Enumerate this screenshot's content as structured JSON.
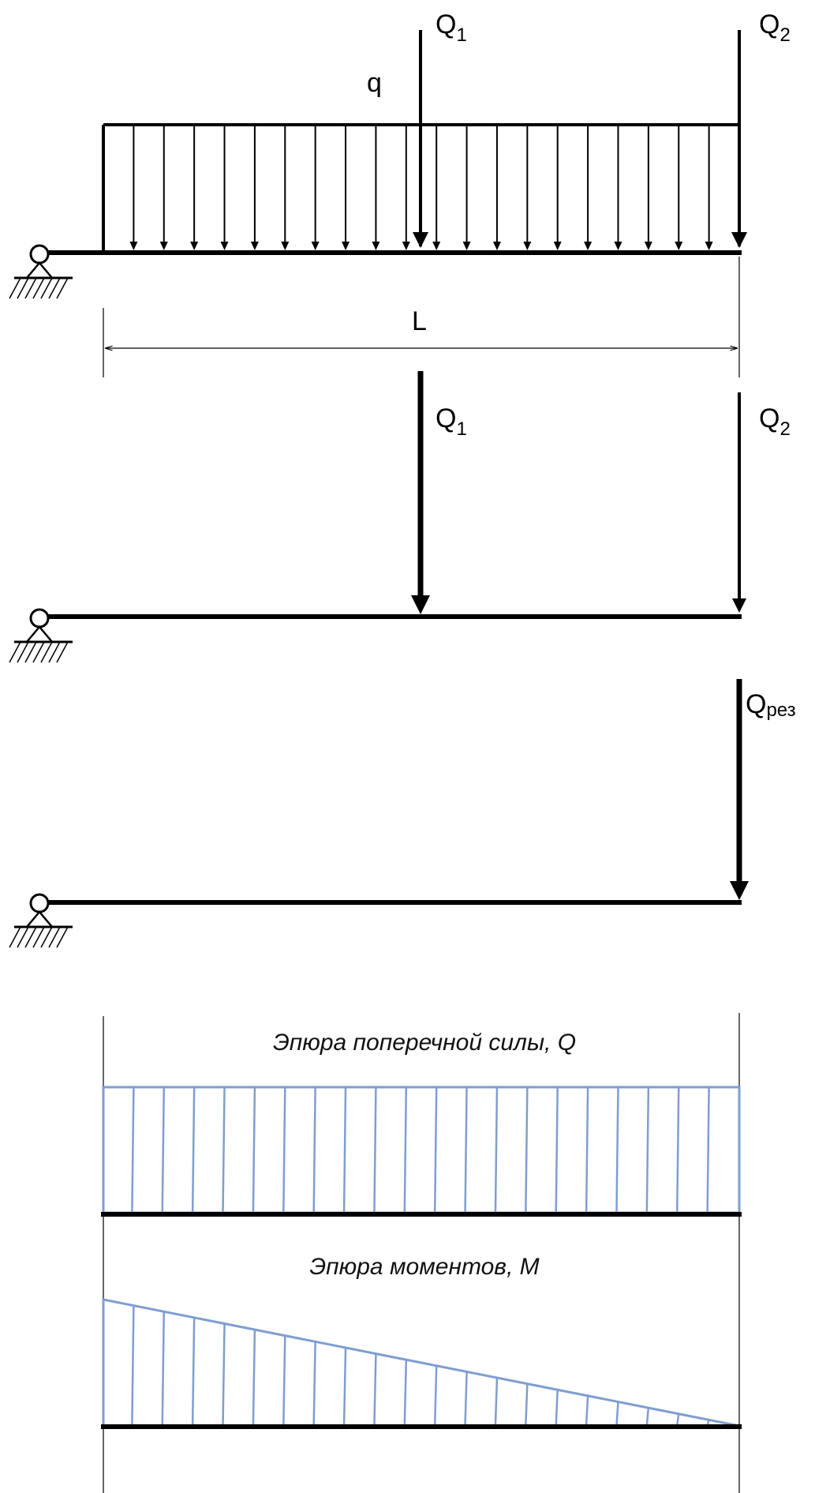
{
  "panel1": {
    "q_label": "q",
    "q1": {
      "letter": "Q",
      "sub": "1"
    },
    "q2": {
      "letter": "Q",
      "sub": "2"
    },
    "span_label": "L",
    "distributed_arrows": 21
  },
  "panel2": {
    "q1": {
      "letter": "Q",
      "sub": "1"
    },
    "q2": {
      "letter": "Q",
      "sub": "2"
    }
  },
  "panel3": {
    "qres": {
      "letter": "Q",
      "sub": "рез"
    }
  },
  "diagrams": {
    "shear_title": "Эпюра поперечной силы, Q",
    "moment_title": "Эпюра моментов, M",
    "hatch_lines": 21,
    "color": "#7f9ed0"
  }
}
